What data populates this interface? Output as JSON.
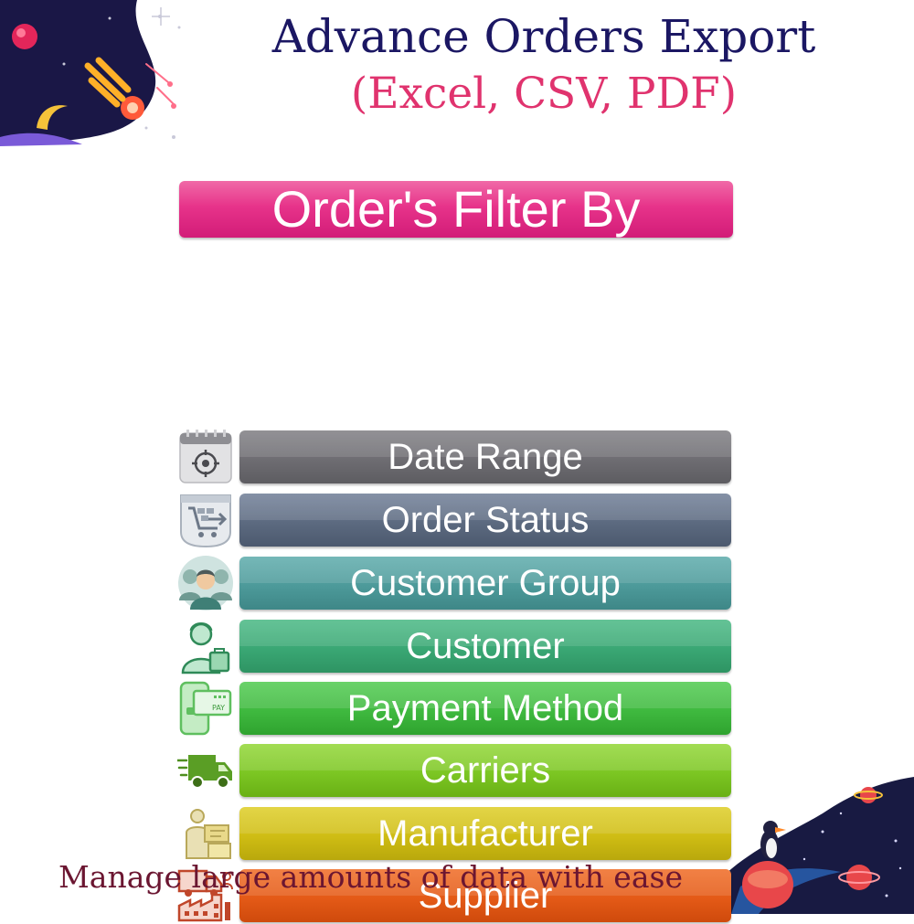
{
  "header": {
    "title": "Advance Orders Export",
    "subtitle": "(Excel, CSV, PDF)"
  },
  "filter_panel": {
    "heading": "Order's Filter By",
    "items": [
      {
        "label": "Date Range",
        "icon": "calendar-target-icon",
        "color": "#6e6d72"
      },
      {
        "label": "Order Status",
        "icon": "cart-status-icon",
        "color": "#5c6a80"
      },
      {
        "label": "Customer Group",
        "icon": "customer-group-icon",
        "color": "#4d9a9a"
      },
      {
        "label": "Customer",
        "icon": "customer-icon",
        "color": "#3aa774"
      },
      {
        "label": "Payment Method",
        "icon": "phone-pay-icon",
        "color": "#3fb93f"
      },
      {
        "label": "Carriers",
        "icon": "delivery-truck-icon",
        "color": "#7cc623"
      },
      {
        "label": "Manufacturer",
        "icon": "manufacturer-icon",
        "color": "#cfbd14"
      },
      {
        "label": "Supplier",
        "icon": "supplier-icon",
        "color": "#e45a17"
      }
    ]
  },
  "footer": {
    "tagline": "Manage large amounts of data with ease"
  },
  "colors": {
    "title": "#1b1763",
    "subtitle": "#e0336e",
    "heading_bar": "#e7338a",
    "tagline": "#6b1631"
  }
}
